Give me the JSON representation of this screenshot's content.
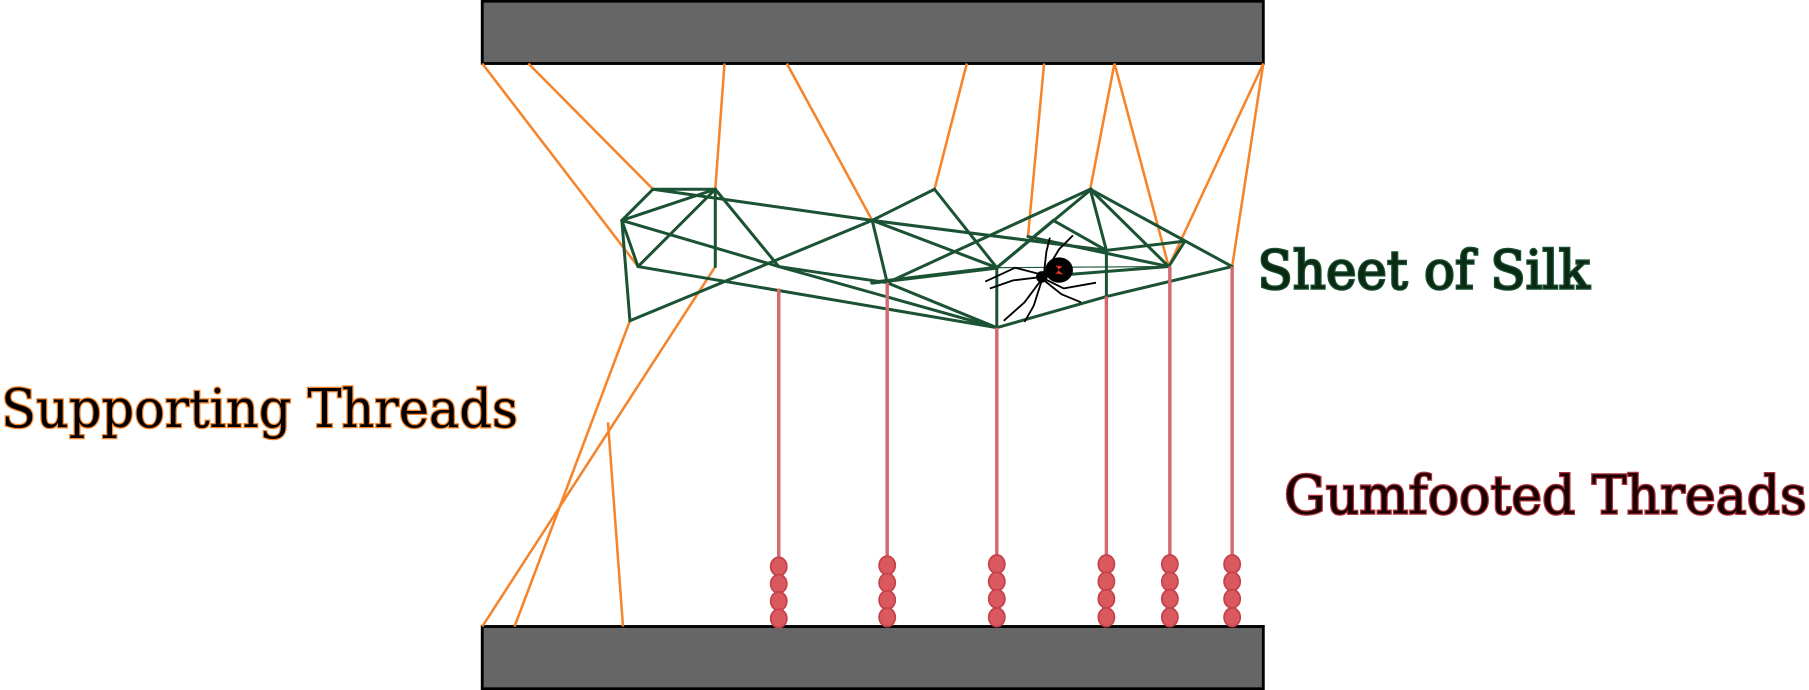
{
  "labels": {
    "sheet": "Sheet of Silk",
    "supporting": "Supporting Threads",
    "gumfooted": "Gumfooted Threads"
  },
  "colors": {
    "supporting_threads": "#f5842a",
    "sheet_silk": "#1b5233",
    "gumfooted_threads": "#d46a70",
    "substrate": "#666666"
  },
  "icons": [
    "spider-icon"
  ]
}
